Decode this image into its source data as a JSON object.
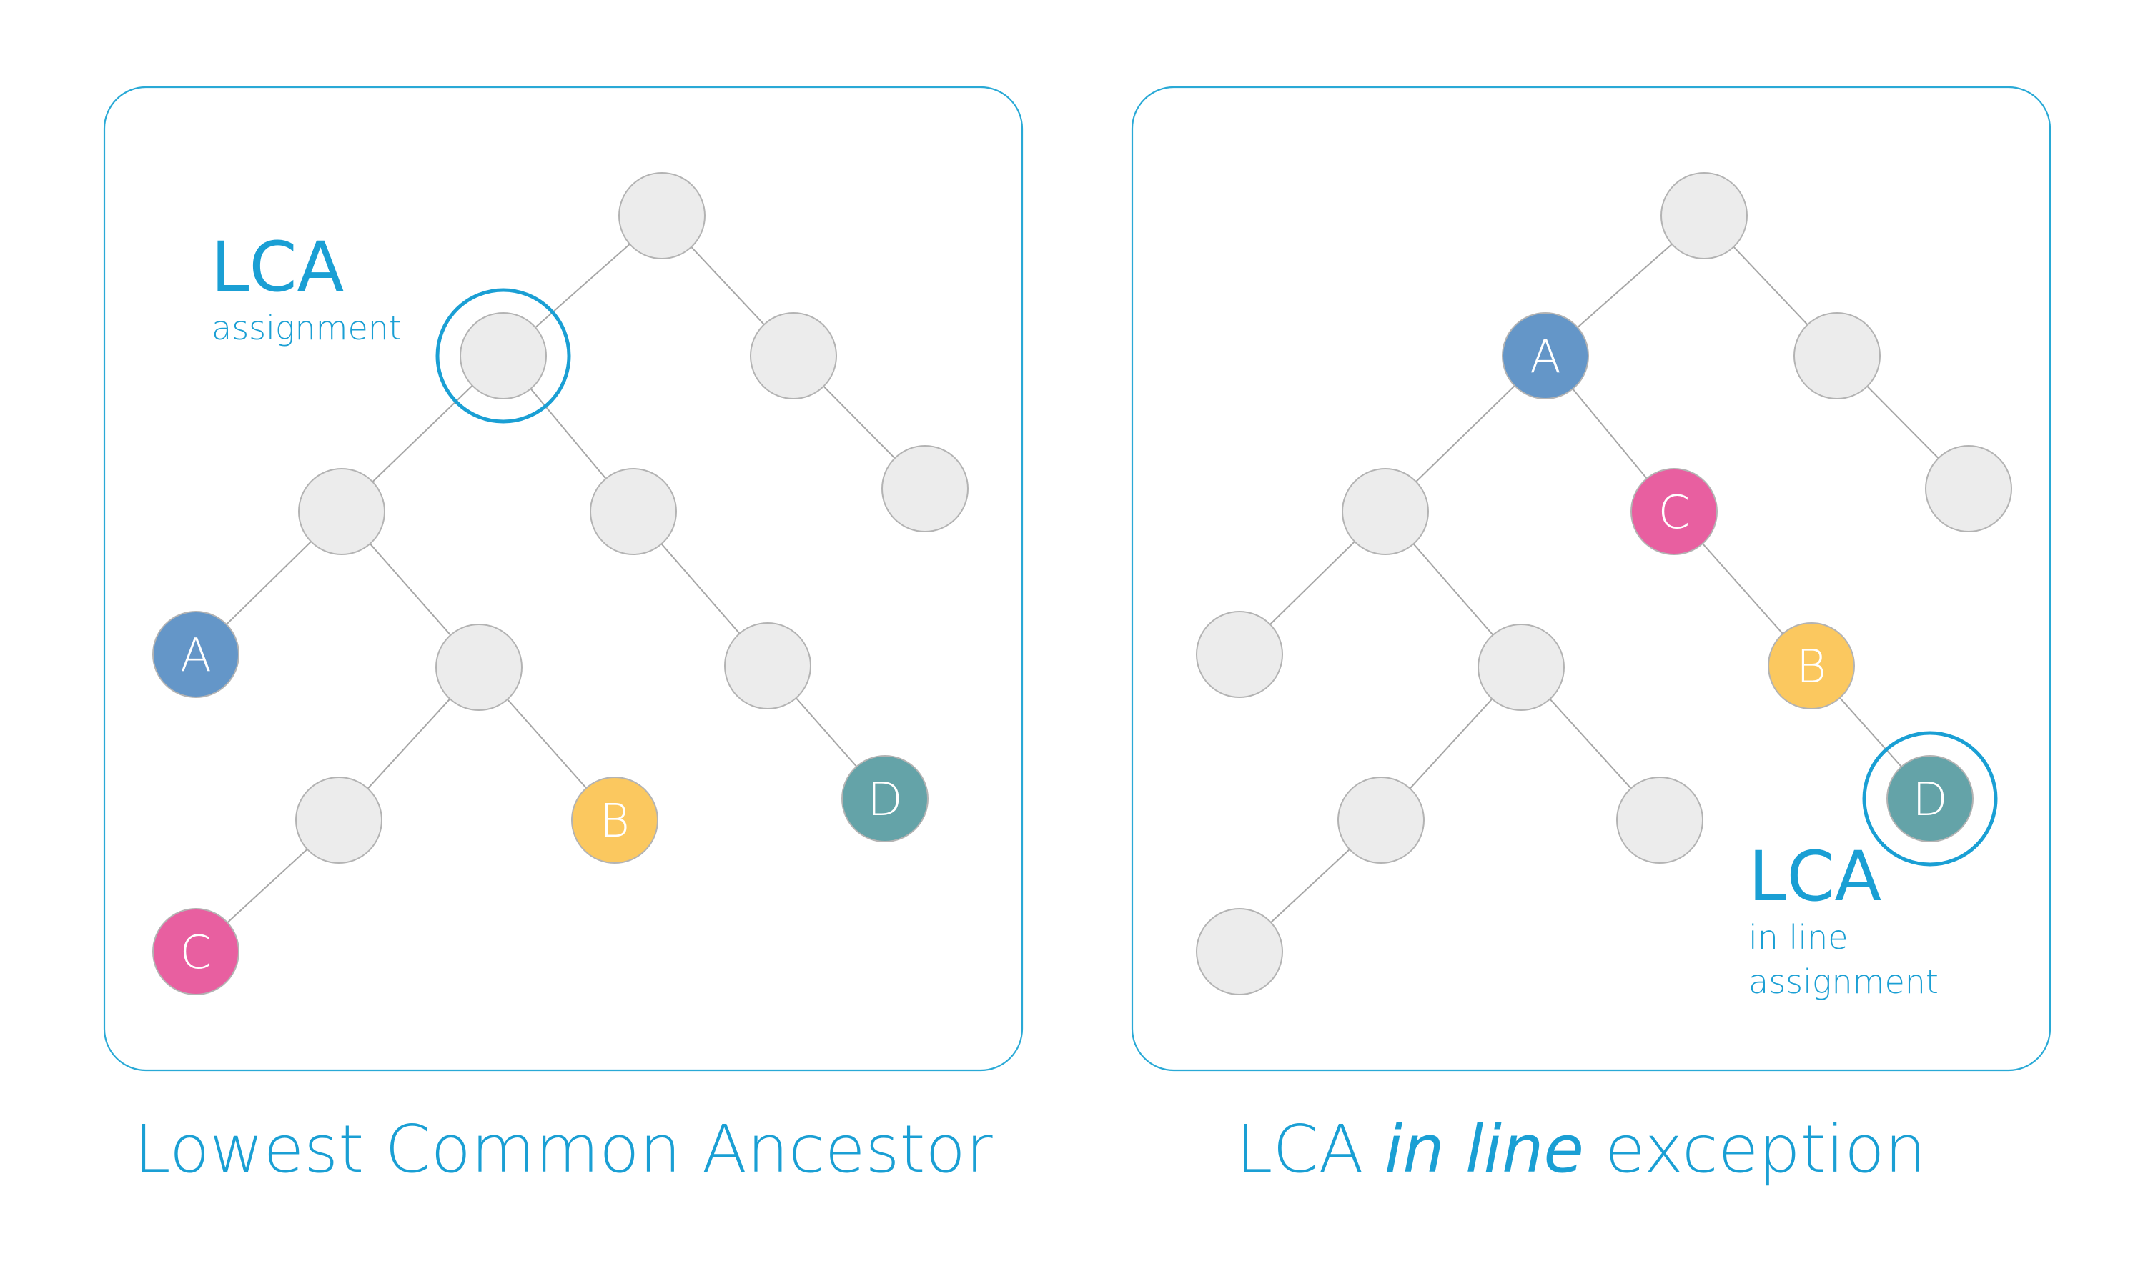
{
  "colors": {
    "frame": "#29a9d6",
    "text_accent": "#1a9fd4",
    "node_default": "#ececec",
    "node_stroke": "#b3b3b3",
    "edge": "#a7a7a7",
    "A": "#6496c8",
    "B": "#fbc85f",
    "C": "#e85fa0",
    "D": "#64a3a8",
    "label": "#ffffff"
  },
  "panels": [
    {
      "id": "left",
      "caption": "Lowest Common Ancestor",
      "callout": {
        "title": "LCA",
        "lines": [
          "assignment"
        ]
      },
      "nodes": [
        {
          "id": "root",
          "label": ""
        },
        {
          "id": "n1",
          "label": ""
        },
        {
          "id": "n2",
          "label": ""
        },
        {
          "id": "n3",
          "label": ""
        },
        {
          "id": "n4",
          "label": ""
        },
        {
          "id": "n5",
          "label": ""
        },
        {
          "id": "n6",
          "label": ""
        },
        {
          "id": "n7",
          "label": ""
        },
        {
          "id": "n8",
          "label": ""
        },
        {
          "id": "A",
          "label": "A"
        },
        {
          "id": "B",
          "label": "B"
        },
        {
          "id": "C",
          "label": "C"
        },
        {
          "id": "D",
          "label": "D"
        }
      ],
      "edges": [
        [
          "root",
          "n1"
        ],
        [
          "root",
          "n2"
        ],
        [
          "n1",
          "n3"
        ],
        [
          "n1",
          "n4"
        ],
        [
          "n2",
          "n5"
        ],
        [
          "n3",
          "A"
        ],
        [
          "n3",
          "n6"
        ],
        [
          "n4",
          "n7"
        ],
        [
          "n6",
          "n8"
        ],
        [
          "n6",
          "B"
        ],
        [
          "n7",
          "D"
        ],
        [
          "n8",
          "C"
        ]
      ],
      "highlighted": "n1"
    },
    {
      "id": "right",
      "caption_parts": [
        {
          "text": "LCA ",
          "italic": false
        },
        {
          "text": "in line",
          "italic": true
        },
        {
          "text": " exception",
          "italic": false
        }
      ],
      "callout": {
        "title": "LCA",
        "lines": [
          "in line",
          "assignment"
        ]
      },
      "nodes": [
        {
          "id": "root",
          "label": ""
        },
        {
          "id": "A",
          "label": "A"
        },
        {
          "id": "n2",
          "label": ""
        },
        {
          "id": "n3",
          "label": ""
        },
        {
          "id": "C",
          "label": "C"
        },
        {
          "id": "n5",
          "label": ""
        },
        {
          "id": "n6",
          "label": ""
        },
        {
          "id": "n7",
          "label": ""
        },
        {
          "id": "B",
          "label": "B"
        },
        {
          "id": "n9",
          "label": ""
        },
        {
          "id": "n10",
          "label": ""
        },
        {
          "id": "D",
          "label": "D"
        },
        {
          "id": "n12",
          "label": ""
        }
      ],
      "edges": [
        [
          "root",
          "A"
        ],
        [
          "root",
          "n2"
        ],
        [
          "A",
          "n3"
        ],
        [
          "A",
          "C"
        ],
        [
          "n2",
          "n5"
        ],
        [
          "n3",
          "n6"
        ],
        [
          "n3",
          "n7"
        ],
        [
          "C",
          "B"
        ],
        [
          "n7",
          "n9"
        ],
        [
          "n7",
          "n10"
        ],
        [
          "B",
          "D"
        ],
        [
          "n9",
          "n12"
        ]
      ],
      "highlighted": "D"
    }
  ]
}
